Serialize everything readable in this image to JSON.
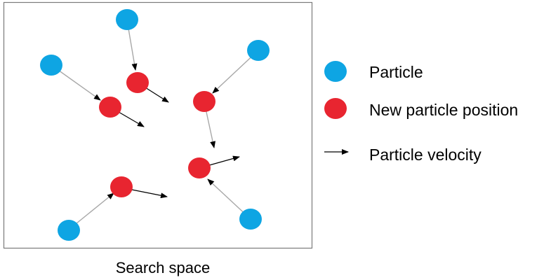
{
  "caption": "Search space",
  "legend": {
    "particle": "Particle",
    "new_position": "New particle position",
    "velocity": "Particle velocity"
  },
  "colors": {
    "particle": "#0ea5e3",
    "new_position": "#e82530",
    "velocity_arrow": "#000000",
    "motion_line": "#a8a8a8",
    "border": "#7a7a7a"
  }
}
